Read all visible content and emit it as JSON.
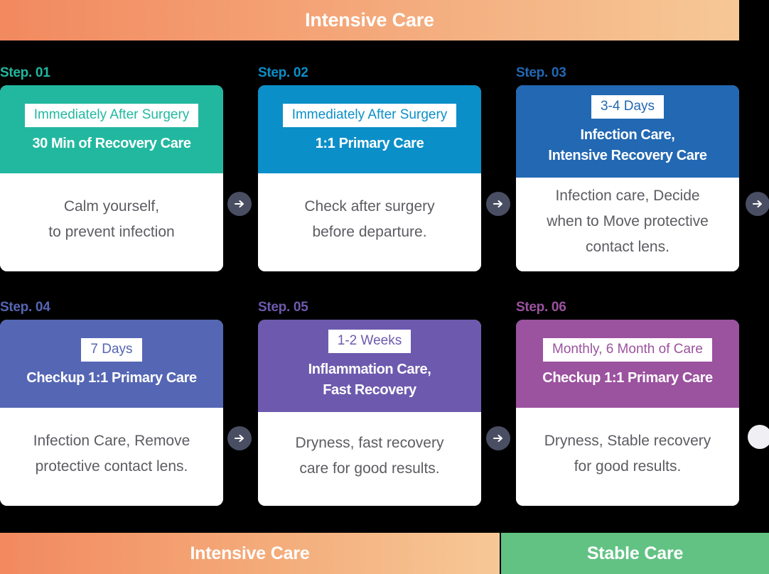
{
  "top_banner": {
    "label": "Intensive Care",
    "gradient_from": "#F2895F",
    "gradient_to": "#F6C896"
  },
  "steps": [
    {
      "step_label": "Step. 01",
      "chip": "Immediately After Surgery",
      "title": "30 Min of Recovery Care",
      "description": "Calm yourself,\nto prevent infection",
      "color": "#22B8A0",
      "connector_icon": "arrow-right-icon"
    },
    {
      "step_label": "Step. 02",
      "chip": "Immediately After Surgery",
      "title": "1:1 Primary Care",
      "description": "Check after surgery\nbefore departure.",
      "color": "#0B8FC8",
      "connector_icon": "arrow-right-icon"
    },
    {
      "step_label": "Step. 03",
      "chip": "3-4 Days",
      "title": "Infection Care,\nIntensive Recovery Care",
      "description": "Infection care, Decide\nwhen to Move protective\ncontact lens.",
      "color": "#2268B3",
      "connector_icon": "arrow-right-icon"
    },
    {
      "step_label": "Step. 04",
      "chip": "7 Days",
      "title": "Checkup 1:1 Primary Care",
      "description": "Infection Care, Remove\nprotective contact lens.",
      "color": "#5566B4",
      "connector_icon": "arrow-right-icon"
    },
    {
      "step_label": "Step. 05",
      "chip": "1-2 Weeks",
      "title": "Inflammation Care,\nFast Recovery",
      "description": "Dryness, fast recovery\ncare for good results.",
      "color": "#6D5AAE",
      "connector_icon": "arrow-right-icon"
    },
    {
      "step_label": "Step. 06",
      "chip": "Monthly, 6 Month of Care",
      "title": "Checkup 1:1 Primary Care",
      "description": "Dryness, Stable recovery\nfor good results.",
      "color": "#9B529F",
      "connector_icon": "blank-circle-icon"
    }
  ],
  "bottom_bars": [
    {
      "label": "Intensive Care",
      "color": "#F2895F"
    },
    {
      "label": "Stable Care",
      "color": "#62C284"
    }
  ]
}
